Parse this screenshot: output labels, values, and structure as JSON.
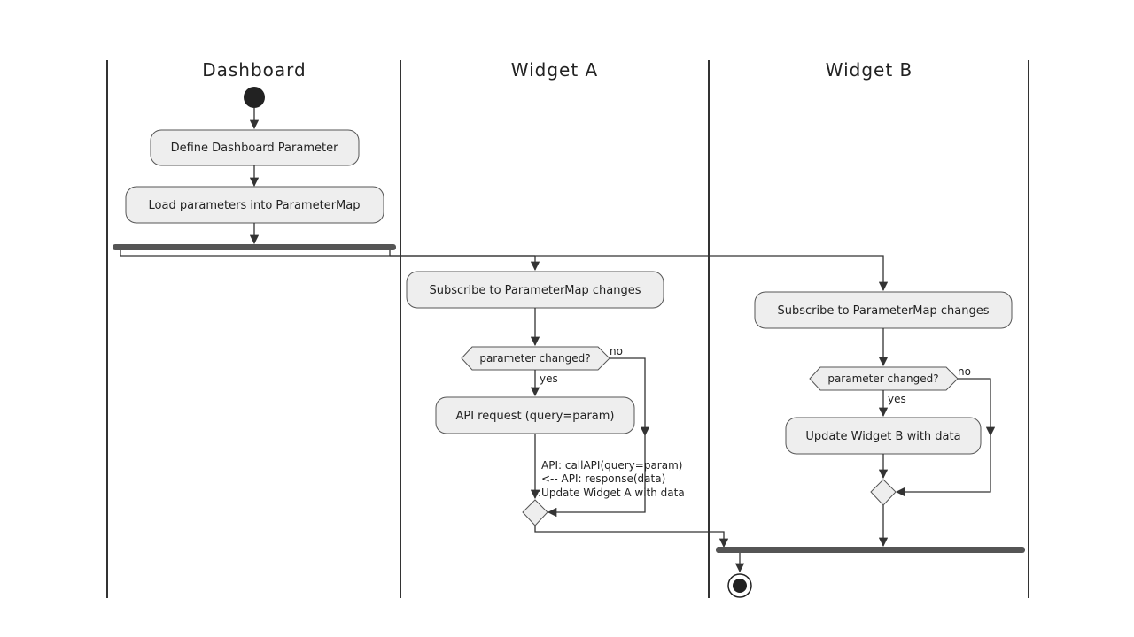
{
  "lanes": [
    "Dashboard",
    "Widget A",
    "Widget B"
  ],
  "dashboard": {
    "define": "Define Dashboard Parameter",
    "load": "Load parameters into ParameterMap"
  },
  "widget_a": {
    "subscribe": "Subscribe to ParameterMap changes",
    "decision": "parameter changed?",
    "yes": "yes",
    "no": "no",
    "api_request": "API request (query=param)",
    "note_lines": [
      "API: callAPI(query=param)",
      "<-- API: response(data)",
      ":Update Widget A with data"
    ]
  },
  "widget_b": {
    "subscribe": "Subscribe to ParameterMap changes",
    "decision": "parameter changed?",
    "yes": "yes",
    "no": "no",
    "update": "Update Widget B with data"
  },
  "colors": {
    "box_fill": "#eeeeee",
    "bar_fill": "#555555",
    "line": "#333333"
  }
}
